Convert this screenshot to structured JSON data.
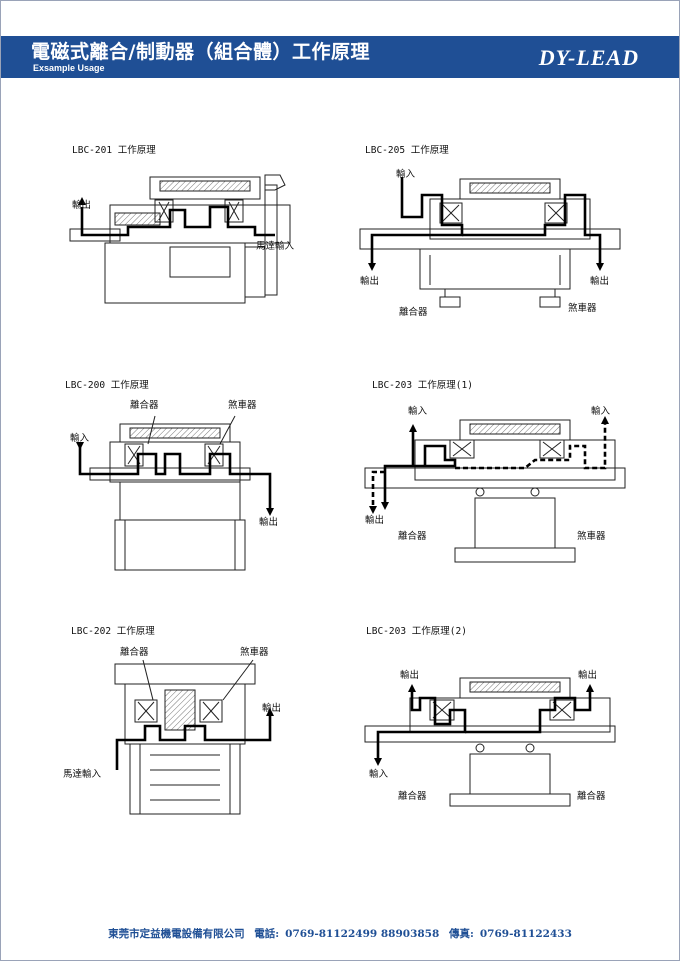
{
  "header": {
    "title": "電磁式離合/制動器（組合體）工作原理",
    "subtitle": "Exsample Usage",
    "brand": "DY-LEAD",
    "background": "#1f4f95"
  },
  "panels": [
    {
      "caption": "LBC-201 工作原理",
      "labels": {
        "output": "輸出",
        "motor_input": "馬達輸入"
      }
    },
    {
      "caption": "LBC-205 工作原理",
      "labels": {
        "input": "輸入",
        "output_left": "輸出",
        "output_right": "輸出",
        "clutch": "離合器",
        "brake": "煞車器"
      }
    },
    {
      "caption": "LBC-200 工作原理",
      "labels": {
        "clutch": "離合器",
        "brake": "煞車器",
        "input": "輸入",
        "output": "輸出"
      }
    },
    {
      "caption": "LBC-203 工作原理(1)",
      "labels": {
        "input_left": "輸入",
        "input_right": "輸入",
        "output": "輸出",
        "clutch": "離合器",
        "brake": "煞車器"
      }
    },
    {
      "caption": "LBC-202 工作原理",
      "labels": {
        "clutch": "離合器",
        "brake": "煞車器",
        "output": "輸出",
        "motor_input": "馬達輸入"
      }
    },
    {
      "caption": "LBC-203 工作原理(2)",
      "labels": {
        "output_left": "輸出",
        "output_right": "輸出",
        "input": "輸入",
        "clutch": "離合器",
        "brake": "離合器"
      }
    }
  ],
  "footer": {
    "company": "東莞市定益機電設備有限公司",
    "phone_label": "電話:",
    "phone": "0769-81122499 88903858",
    "fax_label": "傳真:",
    "fax": "0769-81122433"
  }
}
